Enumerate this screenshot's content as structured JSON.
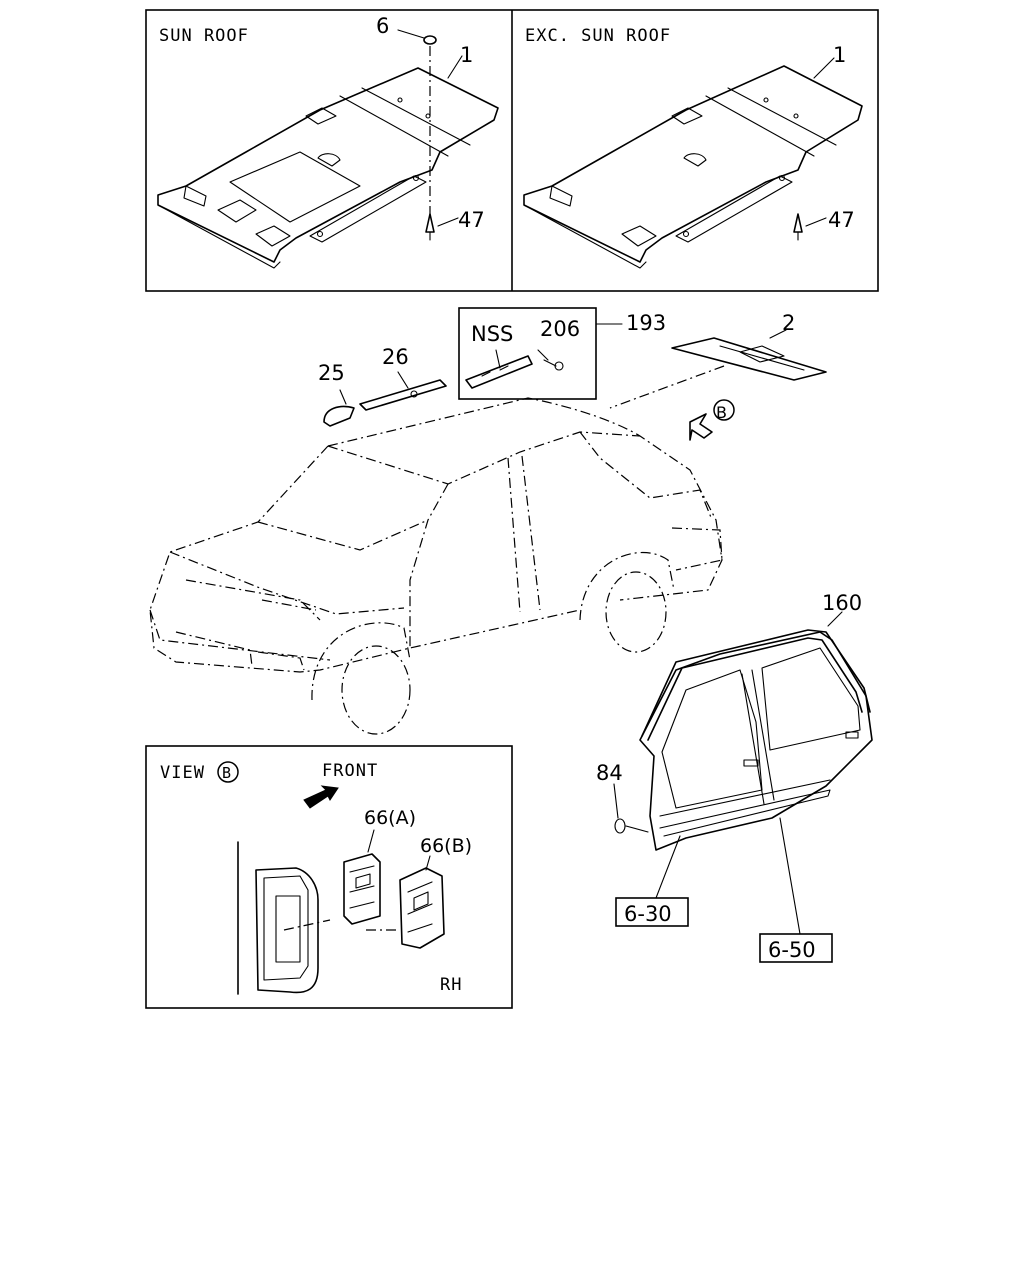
{
  "panels": {
    "sun_roof": {
      "title": "SUN ROOF",
      "callouts": [
        "6",
        "1",
        "47"
      ]
    },
    "exc_sun_roof": {
      "title": "EXC. SUN ROOF",
      "callouts": [
        "1",
        "47"
      ]
    },
    "view_b": {
      "title": "VIEW",
      "circle_letter": "B",
      "front_label": "FRONT",
      "side_label": "RH",
      "callouts": [
        "66(A)",
        "66(B)"
      ]
    }
  },
  "main": {
    "nss_label": "NSS",
    "callouts": {
      "p206": "206",
      "p193": "193",
      "p2": "2",
      "p25": "25",
      "p26": "26",
      "view_marker": "B",
      "p160": "160",
      "p84": "84"
    },
    "ref_boxes": [
      "6-30",
      "6-50"
    ]
  }
}
